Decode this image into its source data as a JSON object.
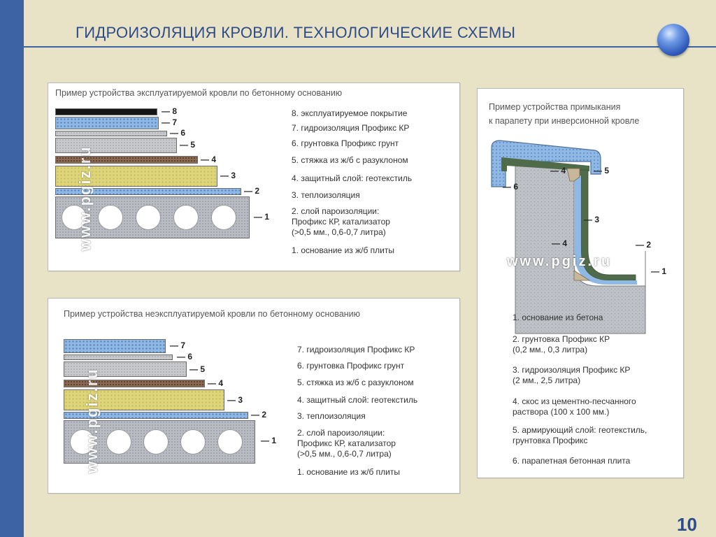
{
  "header": {
    "title": "ГИДРОИЗОЛЯЦИЯ КРОВЛИ. ТЕХНОЛОГИЧЕСКИЕ СХЕМЫ",
    "page_number": "10"
  },
  "panel1": {
    "title": "Пример устройства эксплуатируемой кровли по бетонному основанию",
    "watermark": "www.pgiz.ru",
    "layer_numbers": [
      "8",
      "7",
      "6",
      "5",
      "4",
      "3",
      "2",
      "1"
    ],
    "legend": [
      "8. эксплуатируемое покрытие",
      "7. гидроизоляция Профикс КР",
      "6. грунтовка Профикс грунт",
      "5. стяжка из ж/б с разуклоном",
      "4. защитный слой: геотекстиль",
      "3. теплоизоляция",
      "2. слой пароизоляции:\nПрофикс КР, катализатор\n(>0,5 мм., 0,6-0,7 литра)",
      "1. основание из ж/б плиты"
    ]
  },
  "panel2": {
    "title": "Пример устройства неэксплуатируемой кровли по бетонному основанию",
    "watermark": "www.pgiz.ru",
    "layer_numbers": [
      "7",
      "6",
      "5",
      "4",
      "3",
      "2",
      "1"
    ],
    "legend": [
      "7. гидроизоляция Профикс КР",
      "6. грунтовка Профикс грунт",
      "5. стяжка из ж/б с разуклоном",
      "4. защитный слой: геотекстиль",
      "3. теплоизоляция",
      "2. слой пароизоляции:\nПрофикс КР, катализатор\n(>0,5 мм., 0,6-0,7 литра)",
      "1. основание из ж/б плиты"
    ]
  },
  "panel3": {
    "title": "Пример устройства примыкания\nк парапету при инверсионной кровле",
    "watermark": "www.pgiz.ru",
    "callouts": [
      "6",
      "4",
      "5",
      "3",
      "4",
      "2",
      "1"
    ],
    "legend": [
      "1. основание из бетона",
      "2. грунтовка Профикс КР\n(0,2 мм., 0,3 литра)",
      "3. гидроизоляция Профикс КР\n(2 мм., 2,5 литра)",
      "4. скос из цементно-песчанного\nраствора (100 х 100 мм.)",
      "5. армирующий слой: геотекстиль,\nгрунтовка Профикс",
      "6. парапетная бетонная плита"
    ]
  },
  "colors": {
    "accent_blue": "#3e63a5",
    "background": "#e8e3c6",
    "layer_blue": "#8fb8e4",
    "layer_yellow": "#ded57a",
    "layer_brown": "#8a6a52",
    "layer_gray": "#c7c9cd",
    "waterproofing_green": "#4f6b4a",
    "mortar_tan": "#c9b79a"
  }
}
